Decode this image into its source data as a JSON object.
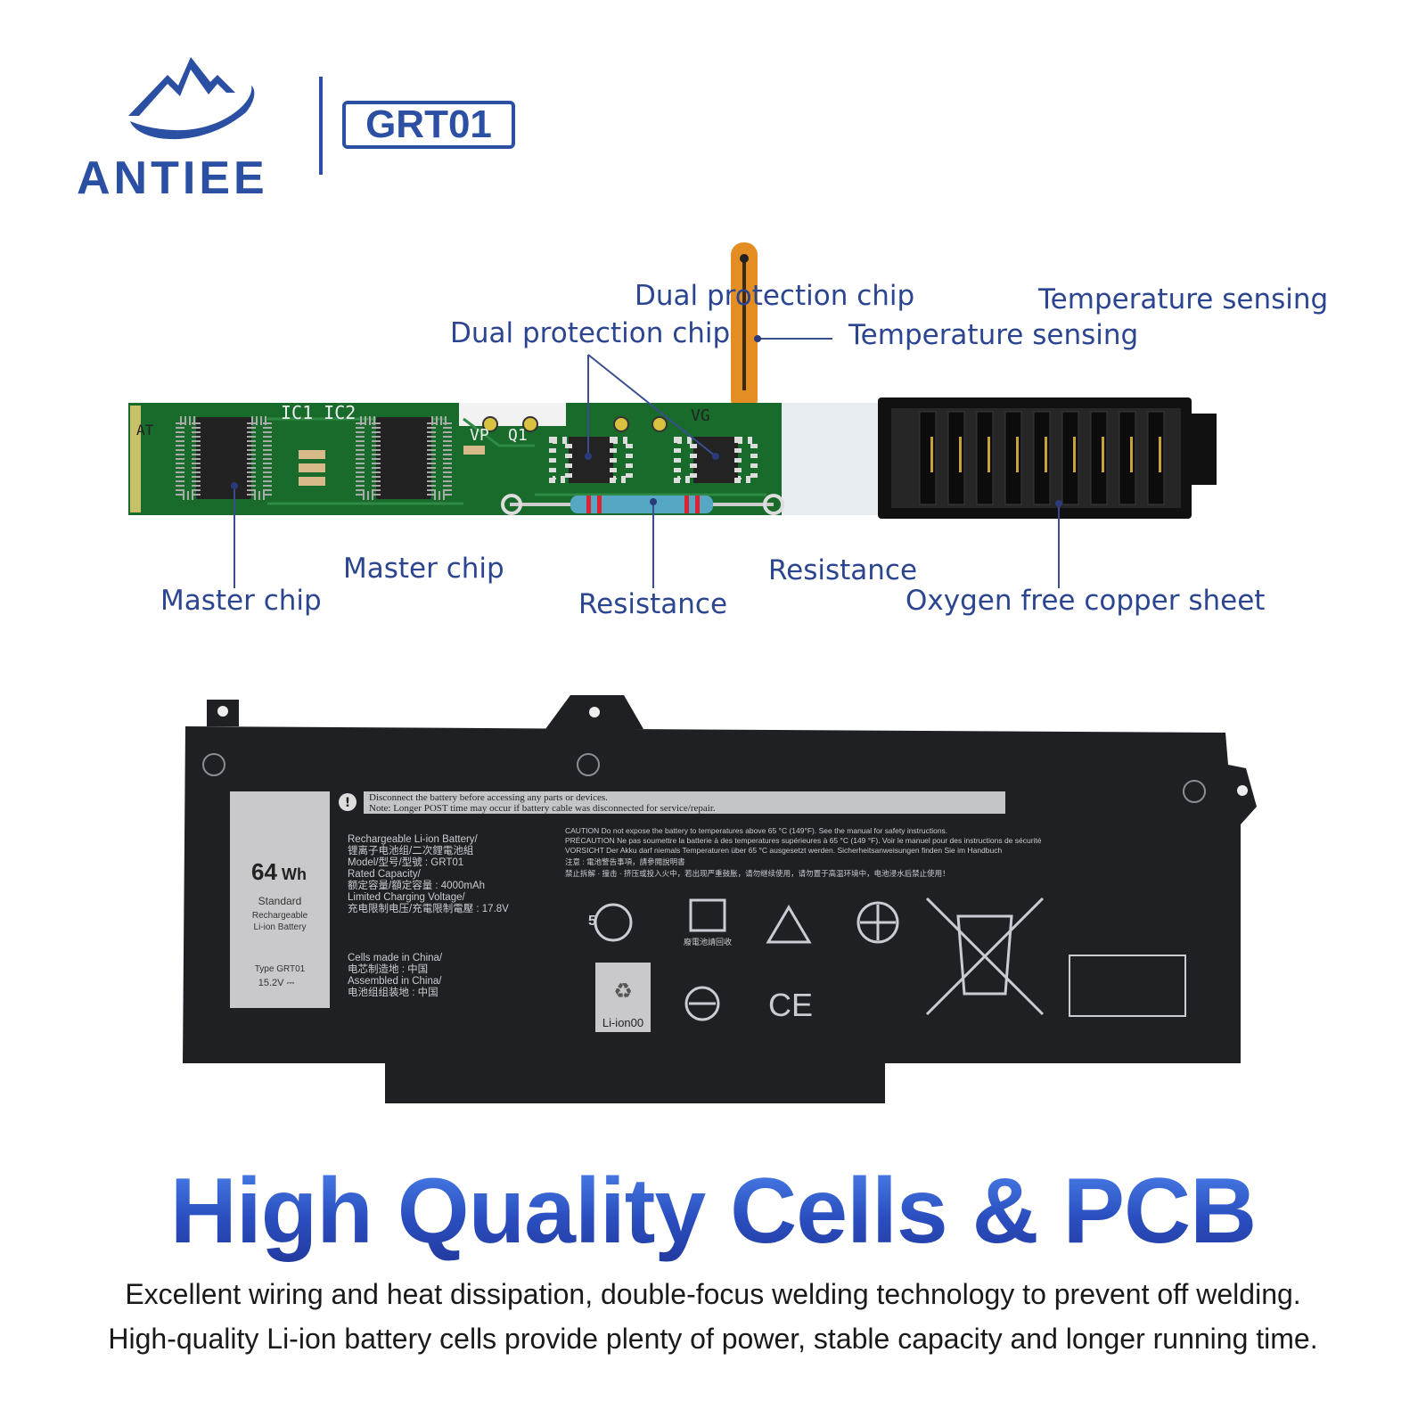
{
  "brand": {
    "name": "ANTIEE",
    "model": "GRT01",
    "logo_icon": "mountain-swoosh-logo"
  },
  "pcb_labels": {
    "dual_protection_top": "Dual protection chip",
    "dual_protection_bottom": "Dual protection chip",
    "temperature_top": "Temperature sensing",
    "temperature_bottom": "Temperature sensing",
    "master_chip_upper": "Master chip",
    "master_chip_lower": "Master chip",
    "resistance_upper": "Resistance",
    "resistance_lower": "Resistance",
    "oxygen_copper": "Oxygen free copper sheet"
  },
  "pcb_silkscreen": {
    "ic": "IC1  IC2",
    "vp": "VP",
    "q1": "Q1",
    "vg": "VG",
    "at": "AT"
  },
  "battery_label": {
    "capacity_number": "64",
    "capacity_unit": "Wh",
    "line1": "Standard",
    "line2": "Rechargeable",
    "line3": "Li-ion Battery",
    "type": "Type GRT01",
    "voltage": "15.2V ⎓",
    "warning1": "Disconnect the battery before accessing any parts or devices.",
    "warning2": "Note: Longer POST time may occur if battery cable was disconnected for service/repair.",
    "spec1": "Rechargeable Li-ion Battery/",
    "spec2": "锂离子电池组/二次鋰電池組",
    "spec3": "Model/型号/型號 : GRT01",
    "spec4": "Rated Capacity/",
    "spec5": "额定容量/額定容量 : 4000mAh",
    "spec6": "Limited Charging Voltage/",
    "spec7": "充电限制电压/充電限制電壓 : 17.8V",
    "origin1": "Cells made in China/",
    "origin2": "电芯制造地 : 中国",
    "origin3": "Assembled in China/",
    "origin4": "电池组组装地 : 中国",
    "caution1": "CAUTION  Do not expose the battery to temperatures above 65 °C (149°F). See the manual for safety instructions.",
    "caution2": "PRÉCAUTION  Ne pas soumettre la batterie à des temperatures supérieures à 65 °C (149 °F). Voir le manuel pour des instructions de sécurité",
    "caution3": "VORSICHT  Der Akku darf niemals Temperaturen über 65 °C ausgesetzt werden. Sicherheitsanweisungen finden Sie im Handbuch",
    "caution4": "注意 : 電池警告事項，請參閱說明書",
    "caution5": "禁止拆解 · 撞击 · 挤压或投入火中，若出现严重鼓胀，请勿继续使用，请勿置于高温环境中，电池浸水后禁止使用！",
    "recycle_text": "廢電池請回收",
    "liion_text": "Li-ion00",
    "ce_text": "CE"
  },
  "headline": "High Quality Cells & PCB",
  "description": {
    "line1": "Excellent wiring and heat dissipation, double-focus welding technology to prevent off welding.",
    "line2": "High-quality Li-ion battery cells provide plenty of power, stable capacity and longer running time."
  },
  "colors": {
    "brand_blue": "#2a4fa3",
    "label_blue": "#2b4590",
    "pcb_green": "#1c6b2c",
    "battery_black": "#1f2024"
  }
}
